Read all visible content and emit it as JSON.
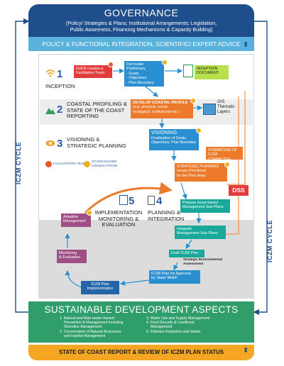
{
  "governance": {
    "title": "GOVERNANCE",
    "subtitle_line1": "(Policy/ Strategies & Plans; Institutional Arrangements; Legislation;",
    "subtitle_line2": "Public Awareness, Financing Mechanisms & Capacity Building)"
  },
  "policy_bar": "POLICY & FUNCTIONAL INTEGRATION, SCIENTIFIC/ EXPERT ADVICE",
  "cycle_left": "ICZM CYCLE",
  "cycle_right": "ICZM CYCLE",
  "steps": {
    "inception": {
      "num": "1",
      "label": "INCEPTION"
    },
    "profiling": {
      "num": "2",
      "label1": "COASTAL PROFILING &",
      "label2": "STATE OF THE COAST",
      "label3": "REPORTING"
    },
    "visioning": {
      "num": "3",
      "label1": "VISIONING &",
      "label2": "STRATEGIC PLANNING"
    },
    "planning": {
      "num": "4",
      "label1": "PLANNING &",
      "label2": "INTEGRATION"
    },
    "implementation": {
      "num": "5",
      "label1": "IMPLEMENTATION",
      "label2": "MONITORING &",
      "label3": "EVALUATION"
    }
  },
  "boxes": {
    "doen": "DoEN creates a Facilitation Team",
    "formulate_title": "Formulate Preliminary",
    "formulate_items": [
      "- Goals",
      "- Objectives",
      "- Plan Boundary"
    ],
    "inception_doc1": "INCEPTION",
    "inception_doc2": "DOCUMENT",
    "profile_title": "DEVELOP COASTAL PROFILE",
    "profile_sub1": "(e.g. physical, social,",
    "profile_sub2": "ecological, institutional etc.)",
    "gis1": "GIS",
    "gis2": "Thematic",
    "gis3": "Layers",
    "vis_title": "VISIONING",
    "vis_sub1": "Finalization of Goals,",
    "vis_sub2": "Objectives, Plan Boundary",
    "formation1": "FORMATION OF",
    "formation2": "ICZM COMMITTEE",
    "sp_title": "STRATEGIC PLANNING",
    "sp_sub1": "Issues Prioritized",
    "sp_sub2": "for the Plan Area",
    "dss": "DSS",
    "prepare1": "Prepare Issue-based",
    "prepare2": "Management Sub-Plans",
    "integrate1": "Integrate",
    "integrate2": "Management Sub-Plans",
    "draft": "Draft ICZM Plan",
    "sea1": "Strategic Environmental",
    "sea2": "Assessment",
    "approval1": "ICZM Plan for Approval",
    "approval2": "by State/ MoEF",
    "impl1": "ICZM Plan",
    "impl2": "Implementation",
    "monitor1": "Monitoring",
    "monitor2": "& Evaluation",
    "adaptive1": "Adaptive",
    "adaptive2": "Management"
  },
  "legend": {
    "team": "FACILITATION TEAM",
    "stake1": "STAKEHOLDER",
    "stake2": "CONSULTATION"
  },
  "sda": {
    "title": "SUSTAINABLE DEVELOPMENT ASPECTS",
    "c1_1": "1. Natural and Man-made Hazard",
    "c1_2": "Prevention & Management including",
    "c1_3": "Shoreline Management",
    "c1_4": "2. Conservation of Natural Resources",
    "c1_5": "and Habitat Management",
    "c2_1": "3. Water Use and Supply Management",
    "c2_2": "4. Food Security & Livelihood",
    "c2_3": "Management",
    "c2_4": "5. Pollution Reduction and Waste"
  },
  "state_of_coast": "STATE OF COAST REPORT & REVIEW OF ICZM PLAN STATUS",
  "colors": {
    "governance": "#1f4e8c",
    "policy": "#58b2dc",
    "sda": "#2f9e6b",
    "state_bar": "#f5a623",
    "process_blue": "#2a8fd0",
    "process_orange": "#ec7a2a",
    "process_teal": "#1aa89a",
    "dss_red": "#e23b3b"
  }
}
